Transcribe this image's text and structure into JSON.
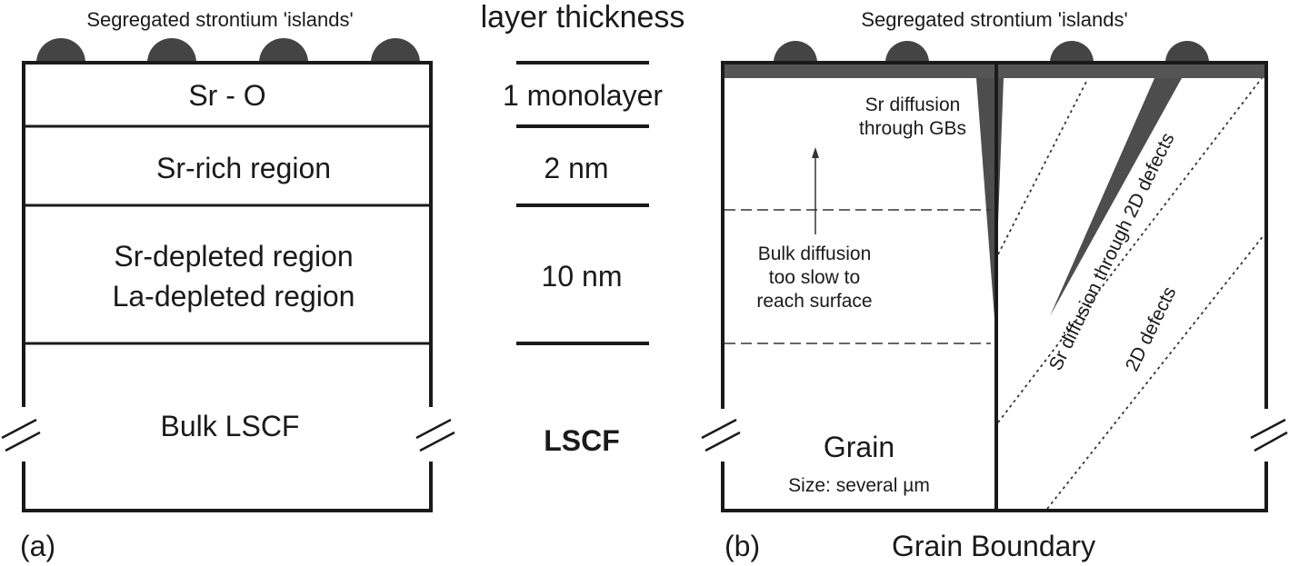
{
  "panel_a": {
    "top_label": "Segregated strontium 'islands'",
    "layers": {
      "sro": "Sr - O",
      "sr_rich": "Sr-rich region",
      "sr_depleted": "Sr-depleted region",
      "la_depleted": "La-depleted region",
      "bulk": "Bulk LSCF"
    },
    "panel_label": "(a)"
  },
  "thickness_column": {
    "header": "layer thickness",
    "items": [
      "1 monolayer",
      "2 nm",
      "10 nm",
      "LSCF"
    ]
  },
  "panel_b": {
    "top_label": "Segregated strontium 'islands'",
    "gb_diffusion": [
      "Sr diffusion",
      "through GBs"
    ],
    "bulk_diffusion": [
      "Bulk diffusion",
      "too slow to",
      "reach surface"
    ],
    "defect_diffusion": "Sr diffusion through 2D defects",
    "defects": "2D defects",
    "grain": "Grain",
    "grain_size": "Size: several µm",
    "bottom_label": "Grain Boundary",
    "panel_label": "(b)"
  },
  "colors": {
    "line": "#1a1a1a",
    "island": "#444444",
    "shade": "#4d4d4d"
  }
}
